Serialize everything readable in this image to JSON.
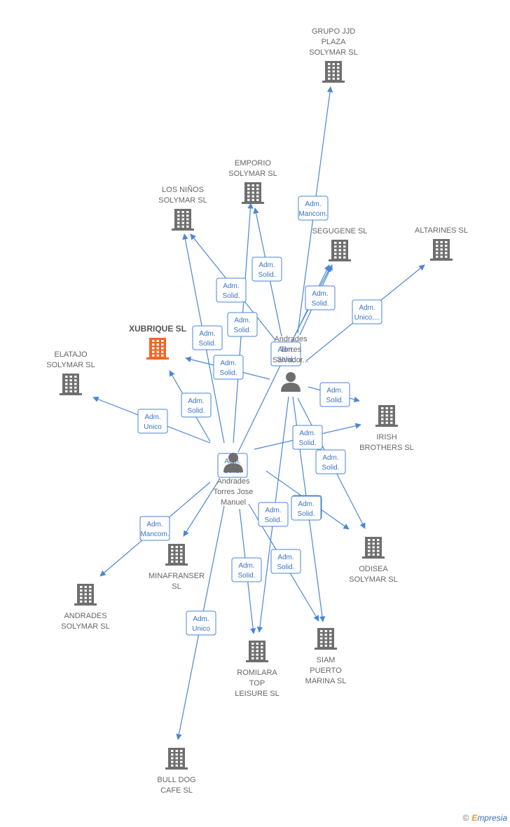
{
  "colors": {
    "edge": "#4a86d6",
    "company": "#6e6e6e",
    "focus": "#f26522",
    "person": "#6e6e6e"
  },
  "nodes": [
    {
      "id": "grupo",
      "type": "company",
      "lines": [
        "GRUPO JJD",
        "PLAZA",
        "SOLYMAR  SL"
      ]
    },
    {
      "id": "emporio",
      "type": "company",
      "lines": [
        "EMPORIO",
        "SOLYMAR SL"
      ]
    },
    {
      "id": "ninos",
      "type": "company",
      "lines": [
        "LOS NIÑOS",
        "SOLYMAR  SL"
      ]
    },
    {
      "id": "segugene",
      "type": "company",
      "lines": [
        "SEGUGENE SL"
      ]
    },
    {
      "id": "altarines",
      "type": "company",
      "lines": [
        "ALTARINES  SL"
      ]
    },
    {
      "id": "xubrique",
      "type": "focus",
      "lines": [
        "XUBRIQUE  SL"
      ]
    },
    {
      "id": "elatajo",
      "type": "company",
      "lines": [
        "ELATAJO",
        "SOLYMAR SL"
      ]
    },
    {
      "id": "irish",
      "type": "company",
      "lines": [
        "IRISH",
        "BROTHERS SL"
      ]
    },
    {
      "id": "odisea",
      "type": "company",
      "lines": [
        "ODISEA",
        "SOLYMAR  SL"
      ]
    },
    {
      "id": "minafranser",
      "type": "company",
      "lines": [
        "MINAFRANSER",
        "SL"
      ]
    },
    {
      "id": "andrades",
      "type": "company",
      "lines": [
        "ANDRADES",
        "SOLYMAR  SL"
      ]
    },
    {
      "id": "romilara",
      "type": "company",
      "lines": [
        "ROMILARA",
        "TOP",
        "LEISURE  SL"
      ]
    },
    {
      "id": "siam",
      "type": "company",
      "lines": [
        "SIAM",
        "PUERTO",
        "MARINA  SL"
      ]
    },
    {
      "id": "bulldog",
      "type": "company",
      "lines": [
        "BULL DOG",
        "CAFE SL"
      ]
    },
    {
      "id": "p1",
      "type": "person",
      "lines": [
        "Andrades",
        "Torres",
        "Salvador..."
      ]
    },
    {
      "id": "p2",
      "type": "person",
      "lines": [
        "Andrades",
        "Torres Jose",
        "Manuel"
      ]
    }
  ],
  "edges": [
    {
      "from": "p1",
      "to": "grupo",
      "lines": [
        "Adm.",
        "Mancom."
      ]
    },
    {
      "from": "p1",
      "to": "emporio",
      "lines": [
        "Adm.",
        "Solid."
      ]
    },
    {
      "from": "p1",
      "to": "ninos",
      "lines": [
        "Adm.",
        "Solid."
      ]
    },
    {
      "from": "p1",
      "to": "segugene",
      "lines": [
        "Adm.",
        "Solid."
      ]
    },
    {
      "from": "p1",
      "to": "altarines",
      "lines": [
        "Adm.",
        "Unico,..."
      ]
    },
    {
      "from": "p1",
      "to": "xubrique",
      "lines": [
        "Adm.",
        "Solid."
      ]
    },
    {
      "from": "p1",
      "to": "irish",
      "lines": [
        "Adm.",
        "Solid."
      ]
    },
    {
      "from": "p1",
      "to": "odisea",
      "lines": [
        "Adm.",
        "Solid."
      ]
    },
    {
      "from": "p1",
      "to": "romilara",
      "lines": [
        "Adm.",
        "Solid."
      ]
    },
    {
      "from": "p1",
      "to": "siam",
      "lines": [
        "Adm.",
        "Solid."
      ]
    },
    {
      "from": "p1",
      "to": "segugene",
      "lines": [
        "Adm.",
        "Solid."
      ]
    },
    {
      "from": "p2",
      "to": "emporio",
      "lines": [
        "Adm.",
        "Solid."
      ]
    },
    {
      "from": "p2",
      "to": "ninos",
      "lines": [
        "Adm.",
        "Solid."
      ]
    },
    {
      "from": "p2",
      "to": "xubrique",
      "lines": [
        "Adm.",
        "Solid."
      ]
    },
    {
      "from": "p2",
      "to": "elatajo",
      "lines": [
        "Adm.",
        "Unico"
      ]
    },
    {
      "from": "p2",
      "to": "irish",
      "lines": [
        "Adm.",
        "Solid."
      ]
    },
    {
      "from": "p2",
      "to": "odisea",
      "lines": [
        "Adm.",
        "Solid."
      ]
    },
    {
      "from": "p2",
      "to": "minafranser",
      "lines": [
        "Adm.",
        "Solid."
      ]
    },
    {
      "from": "p2",
      "to": "andrades",
      "lines": [
        "Adm.",
        "Mancom."
      ]
    },
    {
      "from": "p2",
      "to": "romilara",
      "lines": [
        "Adm.",
        "Solid."
      ]
    },
    {
      "from": "p2",
      "to": "siam",
      "lines": [
        "Adm.",
        "Solid."
      ]
    },
    {
      "from": "p2",
      "to": "bulldog",
      "lines": [
        "Adm.",
        "Unico"
      ]
    },
    {
      "from": "p2",
      "to": "segugene",
      "lines": [
        "Adm.",
        "Solid."
      ]
    }
  ],
  "footer": {
    "copyright": "©",
    "brand_initial": "E",
    "brand_rest": "mpresia"
  }
}
